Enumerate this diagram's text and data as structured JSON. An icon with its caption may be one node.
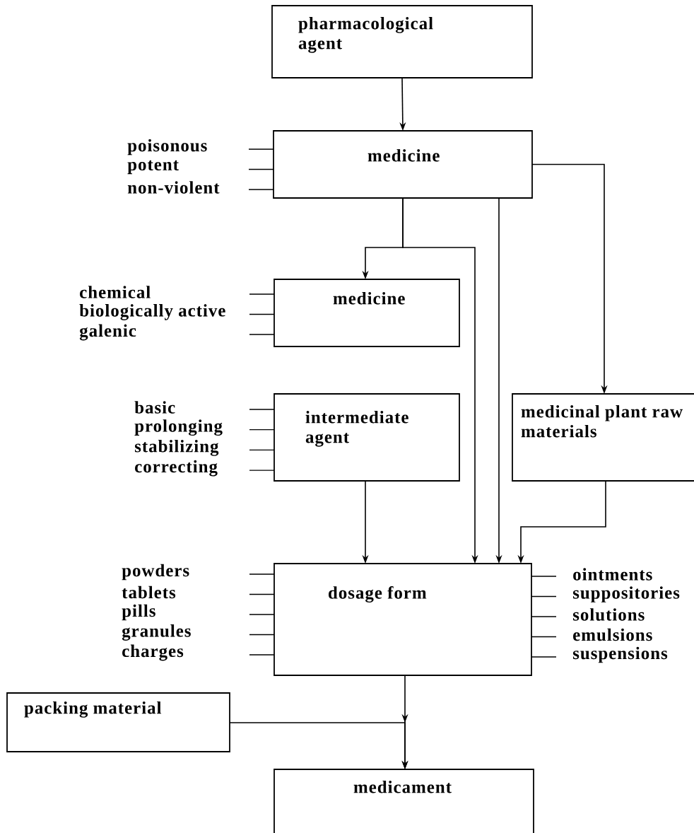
{
  "diagram": {
    "nodes": [
      {
        "text": [
          "pharmacological agent"
        ]
      },
      {
        "text": [
          "medicine"
        ],
        "beside": [
          "poisonous",
          "potent",
          "non-violent"
        ]
      },
      {
        "text": [
          "medicine"
        ],
        "beside": [
          "chemical",
          "biologically active",
          "galenic"
        ]
      },
      {
        "text": [
          "intermediate agent"
        ],
        "beside": [
          "basic",
          "prolonging",
          "stabilizing",
          "correcting"
        ]
      },
      {
        "text": [
          "medicinal plant raw materials"
        ]
      },
      {
        "text": [
          "dosage form"
        ],
        "beside": [
          "powders",
          "tablets",
          "pills",
          "granules",
          "charges",
          "ointments",
          "suppositories",
          "solutions",
          "emulsions",
          "suspensions"
        ]
      },
      {
        "text": [
          "packing material"
        ]
      },
      {
        "text": [
          "medicament"
        ]
      }
    ],
    "edges": [
      {
        "from": 0,
        "to": 1,
        "arrow": "to"
      },
      {
        "from": 1,
        "to": 2,
        "arrow": "to"
      },
      {
        "from": 1,
        "to": 5,
        "arrow": "to"
      },
      {
        "from": 1,
        "to": 5,
        "arrow": "to"
      },
      {
        "from": 1,
        "to": 4,
        "arrow": "to"
      },
      {
        "from": 4,
        "to": 5,
        "arrow": "to"
      },
      {
        "from": 3,
        "to": 5,
        "arrow": "to"
      },
      {
        "from": 5,
        "to": 7,
        "arrow": "to"
      },
      {
        "from": 6,
        "to": 7,
        "arrow": "to"
      }
    ]
  }
}
